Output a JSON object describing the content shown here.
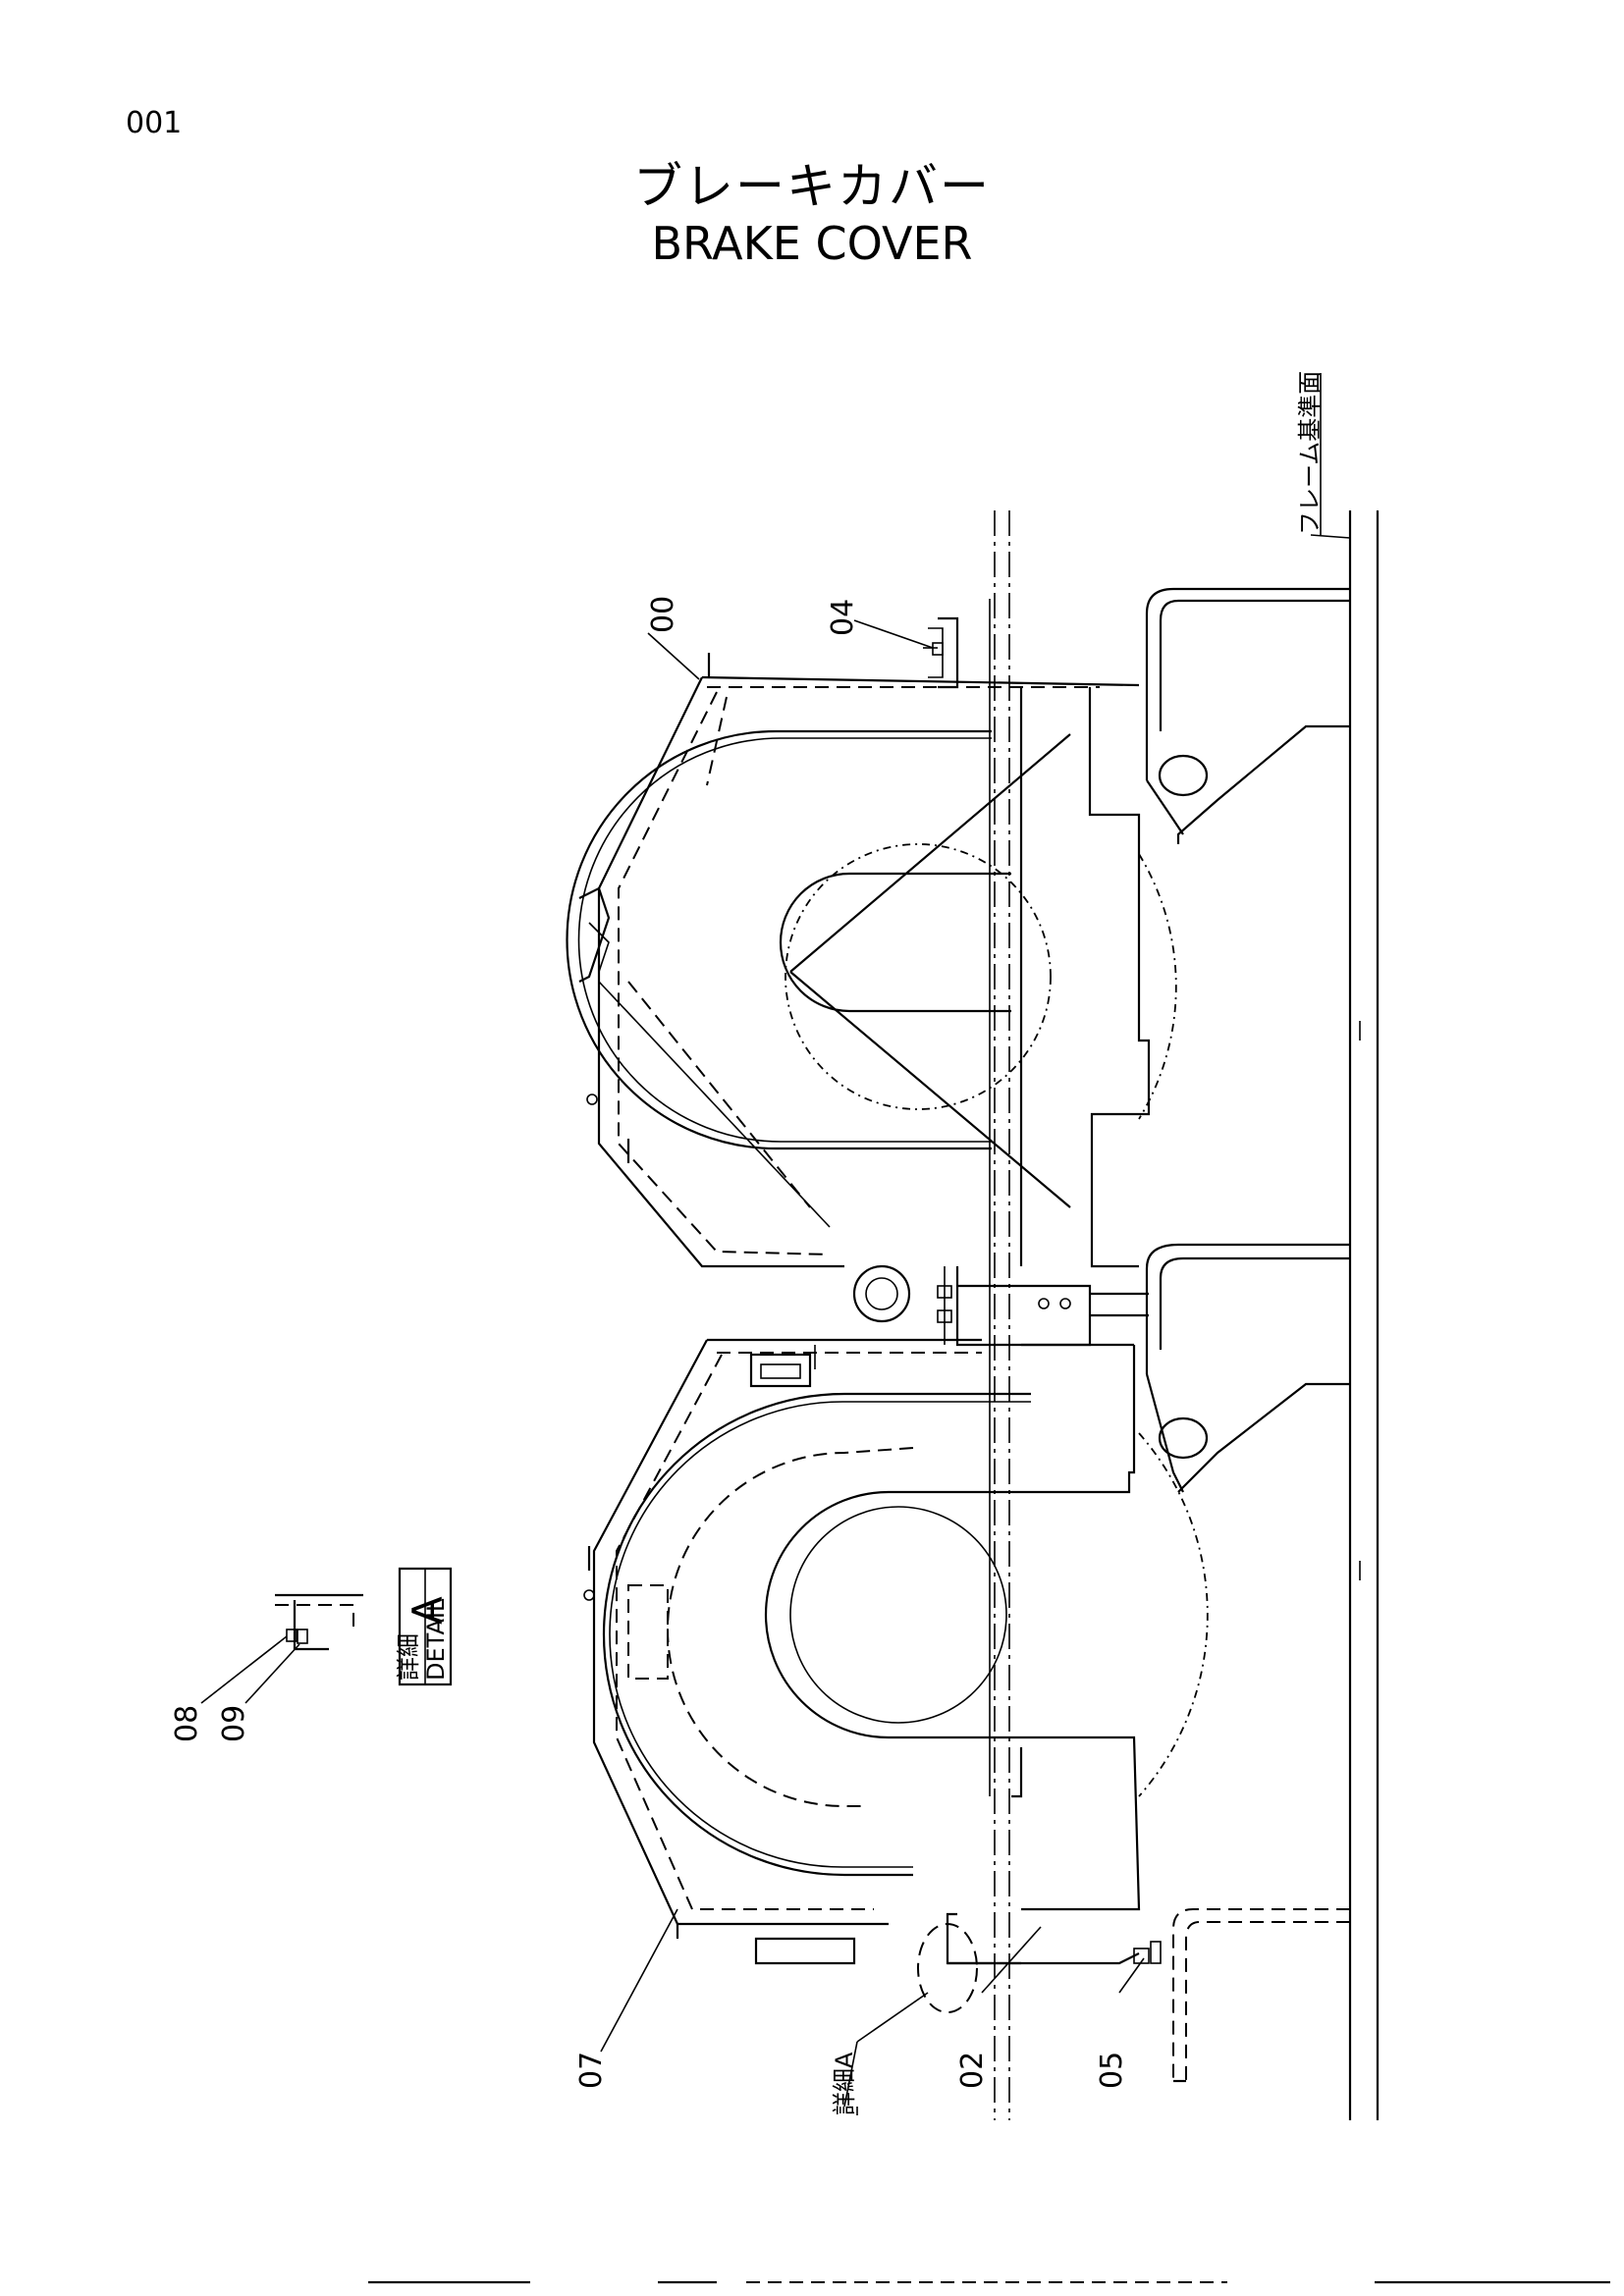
{
  "page_number": "001",
  "title": {
    "japanese": "ブレーキカバー",
    "english": "BRAKE COVER"
  },
  "reference_label": "フレーム基準面",
  "detail_label": {
    "japanese": "詳細",
    "english": "DETAIL",
    "letter": "A"
  },
  "detail_callout": "詳細A",
  "parts": [
    {
      "id": "00"
    },
    {
      "id": "04"
    },
    {
      "id": "07"
    },
    {
      "id": "02"
    },
    {
      "id": "05"
    },
    {
      "id": "08"
    },
    {
      "id": "09"
    }
  ]
}
